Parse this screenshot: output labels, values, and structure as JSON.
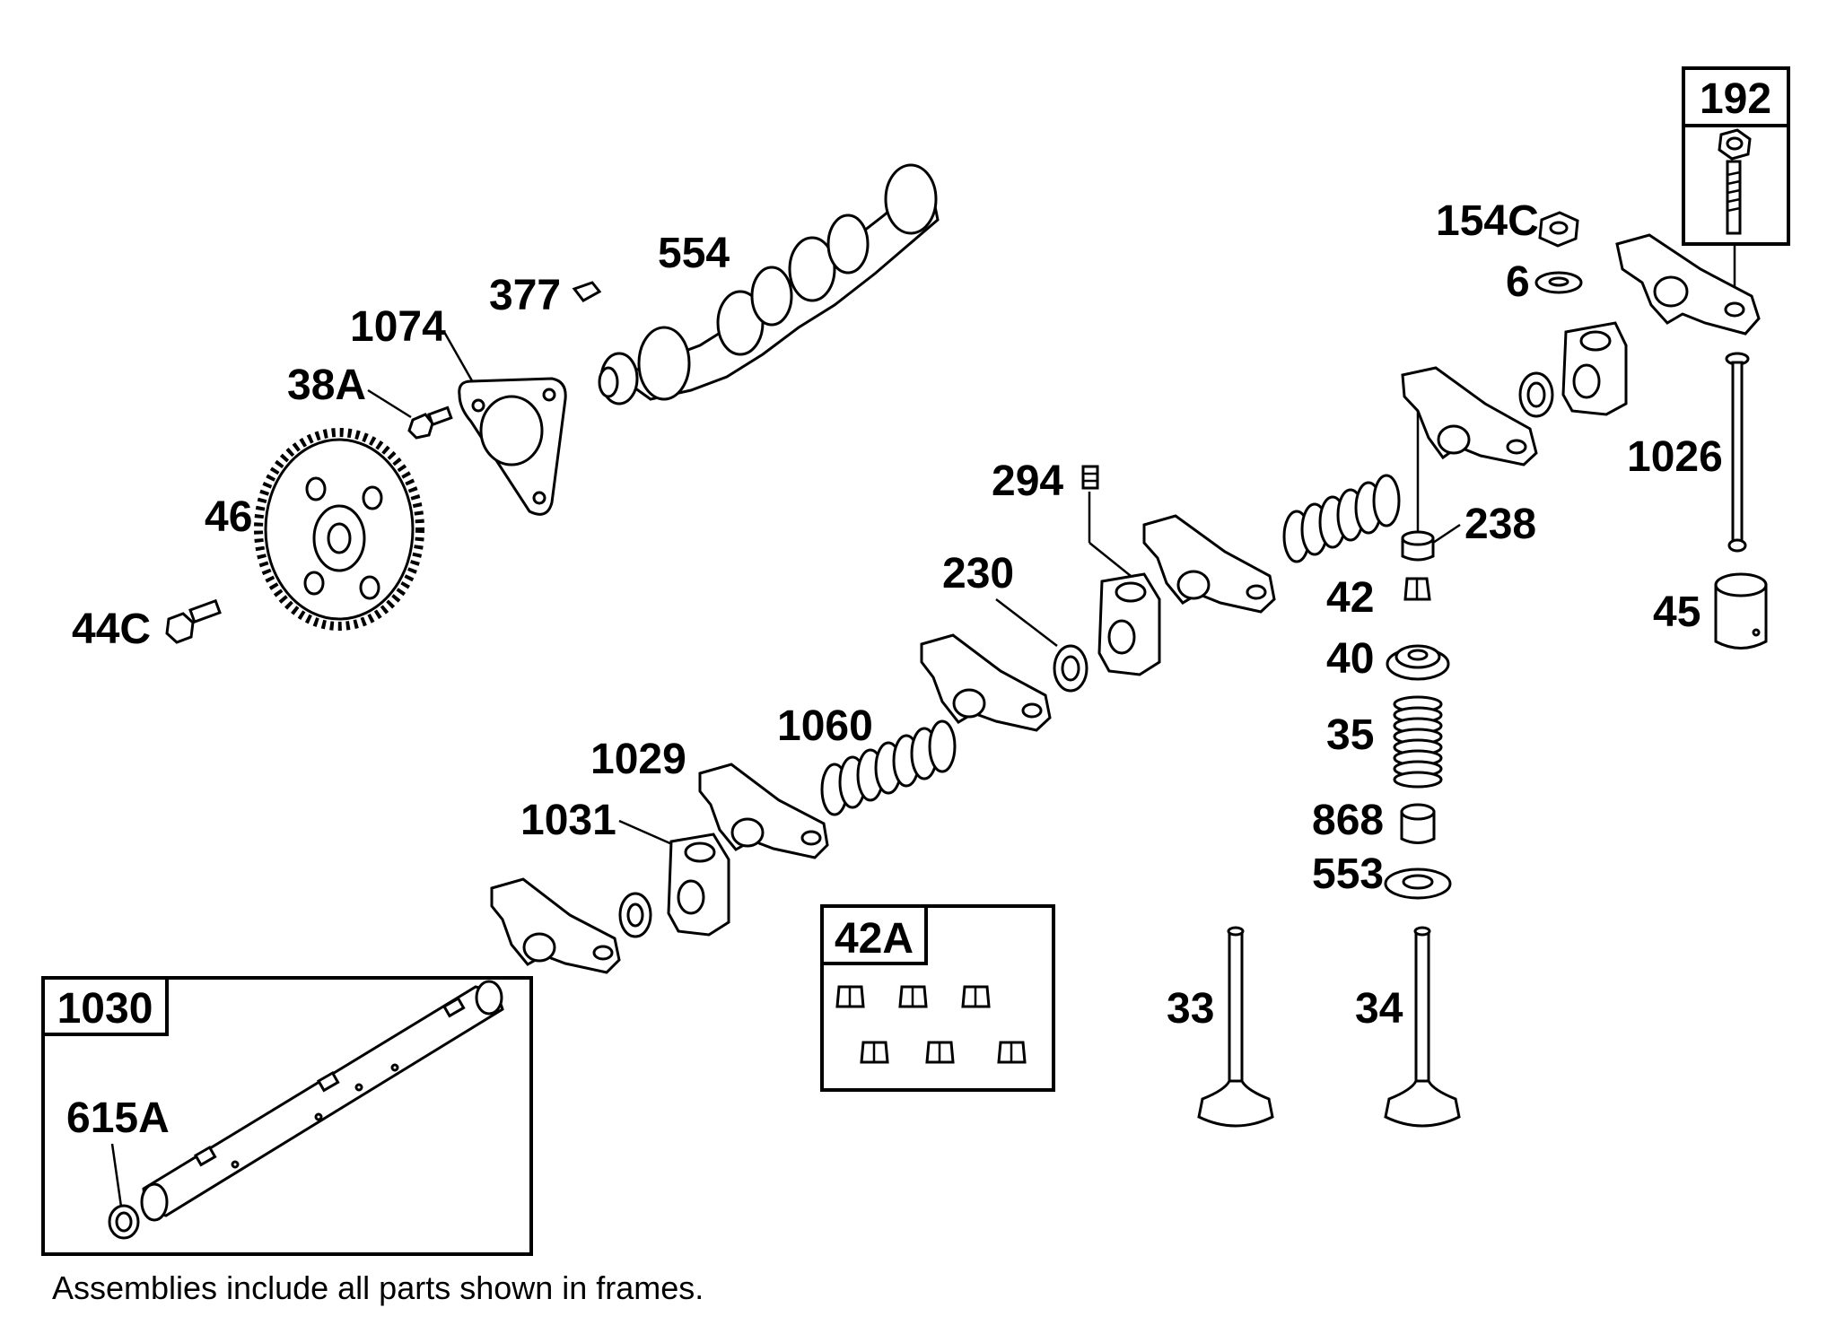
{
  "labels": {
    "l192": "192",
    "l154C": "154C",
    "l6": "6",
    "l554": "554",
    "l377": "377",
    "l1074": "1074",
    "l38A": "38A",
    "l46": "46",
    "l44C": "44C",
    "l1026": "1026",
    "l294": "294",
    "l238": "238",
    "l230": "230",
    "l42": "42",
    "l45": "45",
    "l40": "40",
    "l35": "35",
    "l1060": "1060",
    "l1029": "1029",
    "l1031": "1031",
    "l868": "868",
    "l553": "553",
    "l42A": "42A",
    "l1030": "1030",
    "l33": "33",
    "l34": "34",
    "l615A": "615A"
  },
  "footer_note": "Assemblies include all parts shown in frames."
}
